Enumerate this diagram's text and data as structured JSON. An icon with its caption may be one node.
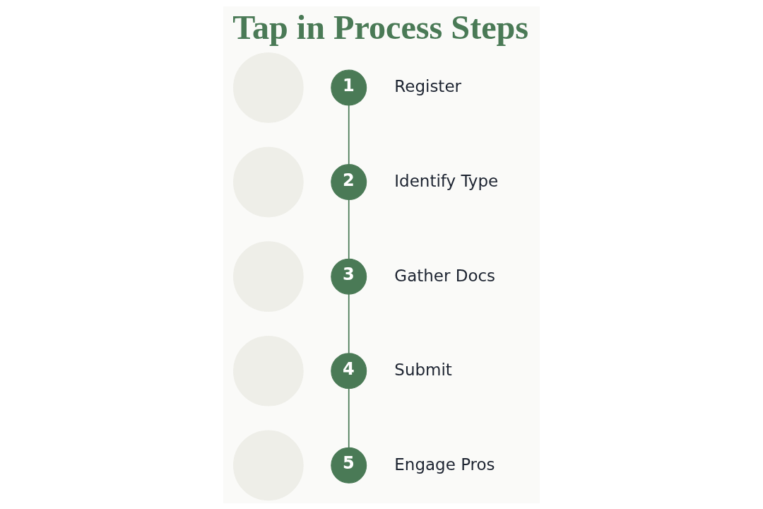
{
  "diagram": {
    "title": "Tap in Process Steps",
    "nodes": [
      {
        "text": [],
        "shape": "circle"
      },
      {
        "text": [
          "1"
        ],
        "beside": [
          "Register"
        ]
      },
      {
        "text": [],
        "shape": "circle"
      },
      {
        "text": [
          "2"
        ],
        "beside": [
          "Identify Type"
        ]
      },
      {
        "text": [],
        "shape": "circle"
      },
      {
        "text": [
          "3"
        ],
        "beside": [
          "Gather Docs"
        ]
      },
      {
        "text": [],
        "shape": "circle"
      },
      {
        "text": [
          "4"
        ],
        "beside": [
          "Submit"
        ]
      },
      {
        "text": [],
        "shape": "circle"
      },
      {
        "text": [
          "5"
        ],
        "beside": [
          "Engage Pros"
        ]
      }
    ],
    "edges": [
      {
        "from": 1,
        "to": 3,
        "arrow": "none"
      },
      {
        "from": 3,
        "to": 5,
        "arrow": "none"
      },
      {
        "from": 5,
        "to": 7,
        "arrow": "none"
      },
      {
        "from": 7,
        "to": 9,
        "arrow": "none"
      }
    ]
  }
}
